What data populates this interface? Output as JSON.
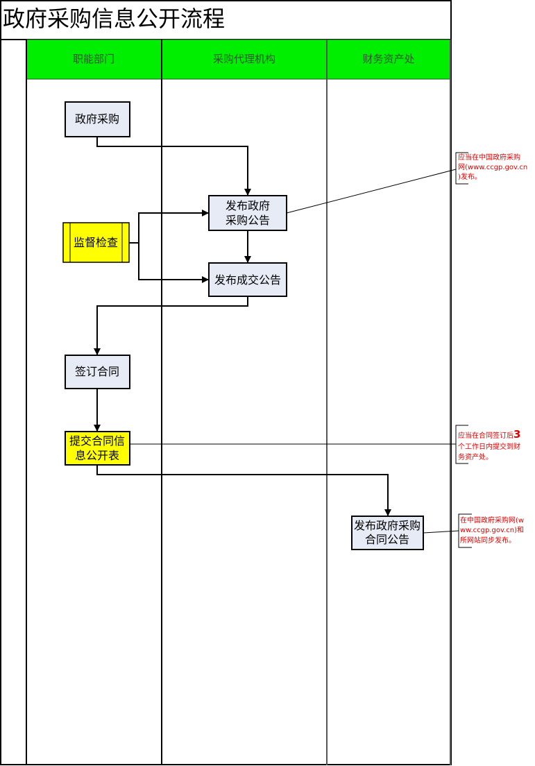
{
  "title": "政府采购信息公开流程",
  "lanes": [
    {
      "label": "职能部门"
    },
    {
      "label": "采购代理机构"
    },
    {
      "label": "财务资产处"
    }
  ],
  "colors": {
    "lane_header": "#00ee00",
    "process_fill": "#e6ebf5",
    "highlight_fill": "#ffff00",
    "note_text": "#e00000",
    "line": "#000000"
  },
  "nodes": [
    {
      "id": "gov_procure",
      "lines": [
        "政府采购"
      ],
      "type": "process",
      "lane": 0
    },
    {
      "id": "supervise",
      "lines": [
        "监督检查"
      ],
      "type": "subprocess",
      "lane": 0
    },
    {
      "id": "publish_notice",
      "lines": [
        "发布政府",
        "采购公告"
      ],
      "type": "process",
      "lane": 1
    },
    {
      "id": "publish_deal",
      "lines": [
        "发布成交公告"
      ],
      "type": "process",
      "lane": 1
    },
    {
      "id": "sign_contract",
      "lines": [
        "签订合同"
      ],
      "type": "process",
      "lane": 0
    },
    {
      "id": "submit_form",
      "lines": [
        "提交合同信",
        "息公开表"
      ],
      "type": "highlight",
      "lane": 0
    },
    {
      "id": "publish_contract",
      "lines": [
        "发布政府采购",
        "合同公告"
      ],
      "type": "process",
      "lane": 2
    }
  ],
  "edges": [
    {
      "from": "gov_procure",
      "to": "publish_notice"
    },
    {
      "from": "supervise",
      "to": "publish_notice"
    },
    {
      "from": "supervise",
      "to": "publish_deal"
    },
    {
      "from": "publish_notice",
      "to": "publish_deal"
    },
    {
      "from": "publish_deal",
      "to": "sign_contract"
    },
    {
      "from": "sign_contract",
      "to": "submit_form"
    },
    {
      "from": "submit_form",
      "to": "publish_contract"
    }
  ],
  "notes": [
    {
      "attached_to": "publish_notice",
      "lines": [
        "应当在中国政府采购",
        "网(www.ccgp.gov.cn",
        ")发布。"
      ]
    },
    {
      "attached_to": "submit_form",
      "lines": [
        "应当在合同签订后",
        "个工作日内提交到财",
        "务资产处。"
      ],
      "emphasis": "3"
    },
    {
      "attached_to": "publish_contract",
      "lines": [
        "在中国政府采购网(w",
        "ww.ccgp.gov.cn)和",
        "所网站同步发布。"
      ]
    }
  ]
}
